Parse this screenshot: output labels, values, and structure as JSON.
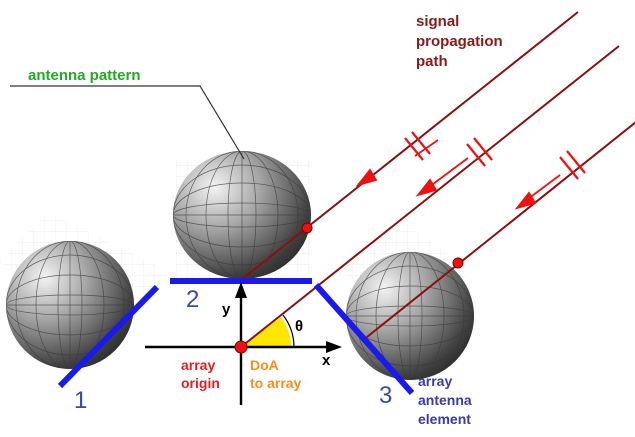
{
  "labels": {
    "antenna_pattern": "antenna pattern",
    "signal_line1": "signal",
    "signal_line2": "propagation",
    "signal_line3": "path",
    "element_1": "1",
    "element_2": "2",
    "element_3": "3",
    "axis_y": "y",
    "axis_x": "x",
    "theta": "θ",
    "origin_line1": "array",
    "origin_line2": "origin",
    "doa_line1": "DoA",
    "doa_line2": "to array",
    "elem3_line1": "array",
    "elem3_line2": "antenna",
    "elem3_line3": "element"
  },
  "colors": {
    "antenna_label": "#22aa22",
    "signal_label": "#8b1a1a",
    "signal_path": "#8b0f0f",
    "arrow": "#ee1111",
    "element_bar": "#1a1aee",
    "element_number": "#3a4aa0",
    "origin_label": "#e02020",
    "doa_label": "#ff8c1a",
    "angle_fill": "#ffe600",
    "elem3_label": "#3a3aaa",
    "axis": "#000000"
  }
}
